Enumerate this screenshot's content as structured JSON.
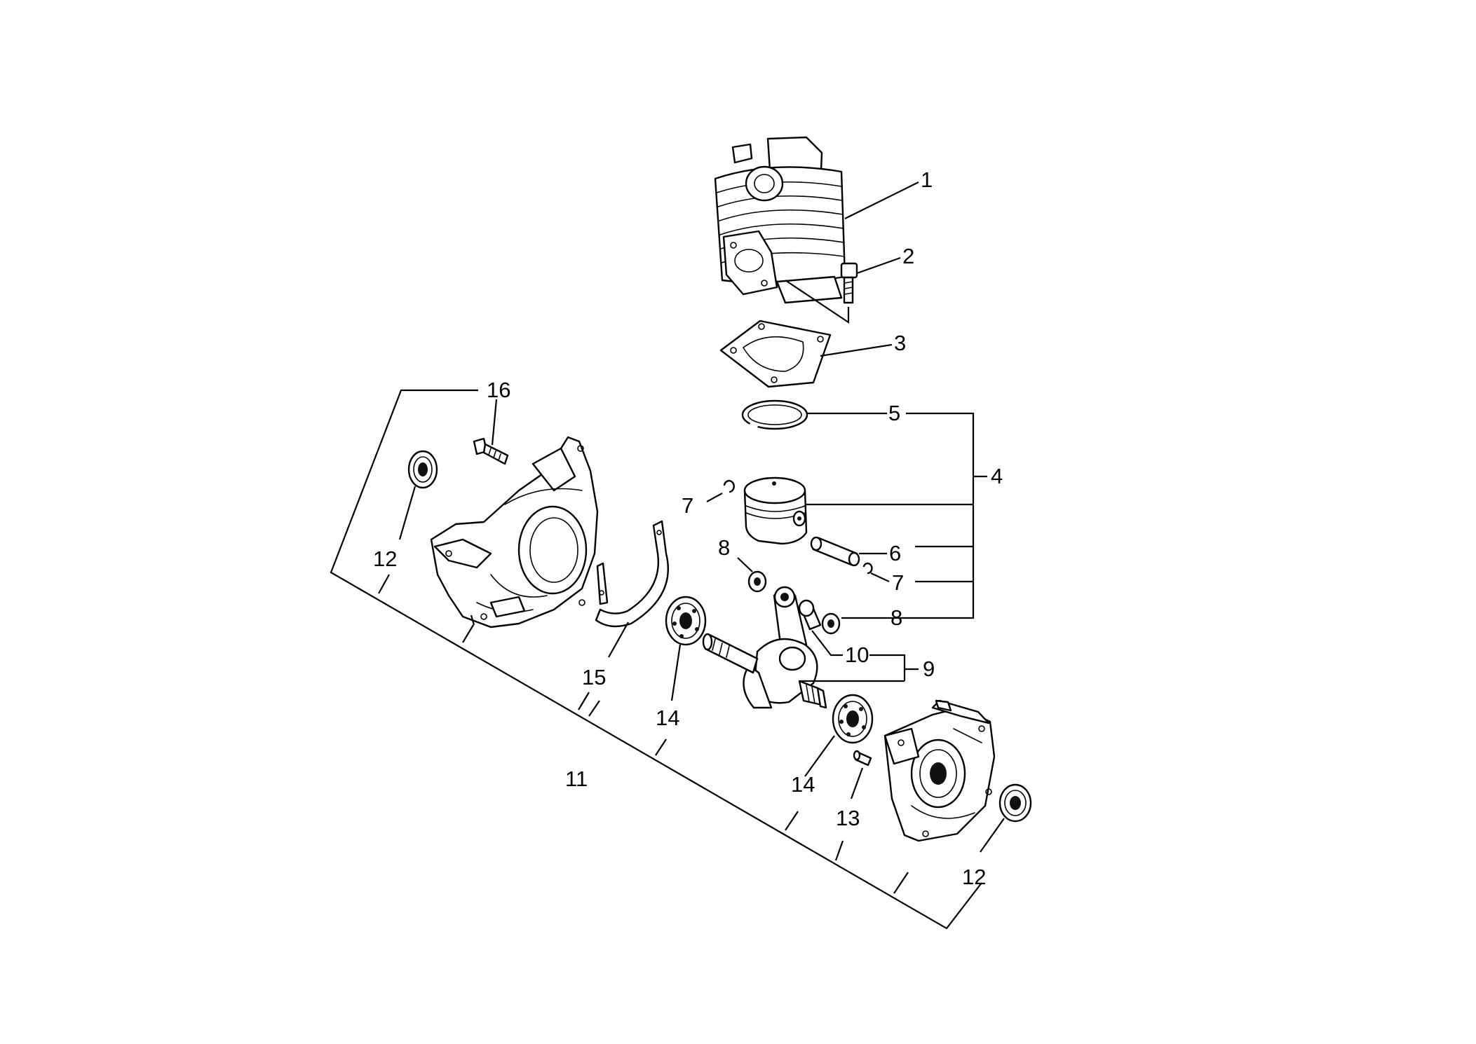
{
  "callouts": {
    "c1": "1",
    "c2": "2",
    "c3": "3",
    "c4": "4",
    "c5": "5",
    "c6": "6",
    "c7a": "7",
    "c7b": "7",
    "c8a": "8",
    "c8b": "8",
    "c9": "9",
    "c10": "10",
    "c11": "11",
    "c12a": "12",
    "c12b": "12",
    "c13": "13",
    "c14a": "14",
    "c14b": "14",
    "c15": "15",
    "c16": "16"
  }
}
